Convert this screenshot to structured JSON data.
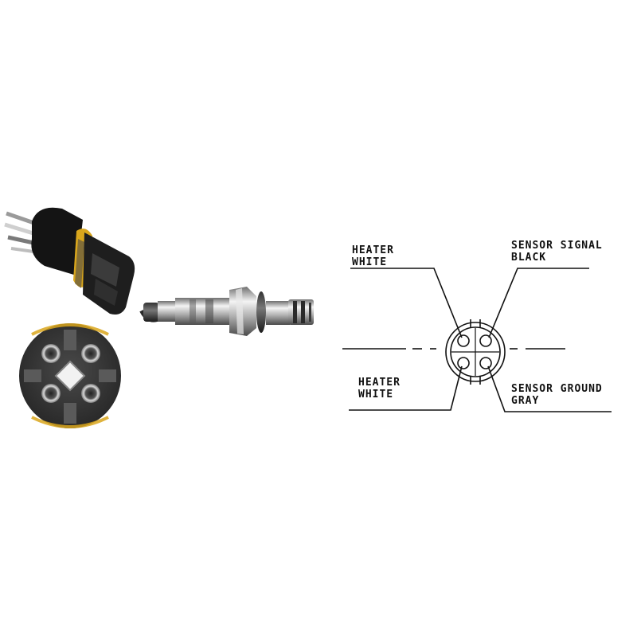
{
  "pinout_labels": {
    "top_left_line1": "HEATER",
    "top_left_line2": "WHITE",
    "top_right_line1": "SENSOR SIGNAL",
    "top_right_line2": "BLACK",
    "bottom_left_line1": "HEATER",
    "bottom_left_line2": "WHITE",
    "bottom_right_line1": "SENSOR GROUND",
    "bottom_right_line2": "GRAY"
  },
  "colors": {
    "connector_body": "#1c1c1c",
    "connector_face": "#3a3a3a",
    "seal_ring": "#d9a61c",
    "sensor_metal": "#b8b8b8",
    "drawing_ink": "#111111"
  }
}
